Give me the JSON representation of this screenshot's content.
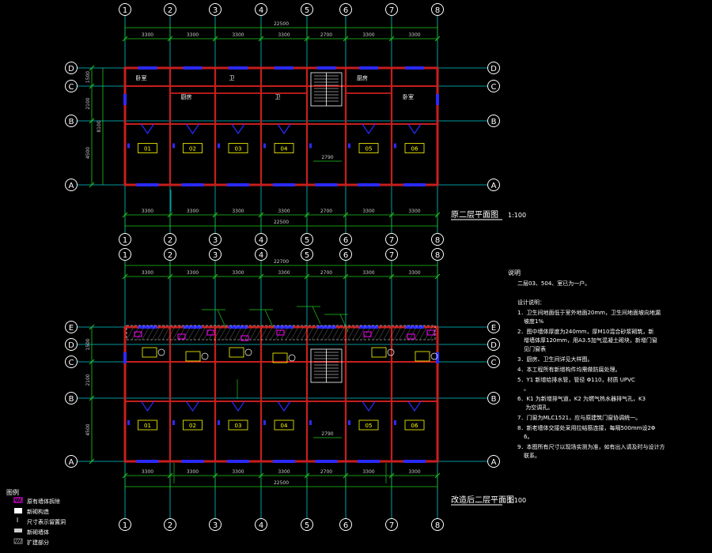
{
  "grid_columns": [
    "1",
    "2",
    "3",
    "4",
    "5",
    "6",
    "7",
    "8"
  ],
  "plan1": {
    "grid_rows": [
      "D",
      "C",
      "B",
      "A"
    ],
    "dims_top": [
      "3300",
      "3300",
      "3300",
      "3300",
      "2700",
      "3300",
      "3300"
    ],
    "total_top": "22500",
    "dims_bottom": [
      "3300",
      "3300",
      "3300",
      "3300",
      "2700",
      "3300",
      "3300"
    ],
    "total_bottom": "22500",
    "dims_left": [
      "1500",
      "2100",
      "4500"
    ],
    "total_left": "8100",
    "rooms": [
      "01",
      "02",
      "03",
      "04",
      "05",
      "06"
    ],
    "small_rooms": [
      "卧室",
      "厨房",
      "卫",
      "卫",
      "厨房",
      "卧室"
    ],
    "title": "原二层平面图",
    "scale": "1:100",
    "stair_dim": "2790"
  },
  "plan2": {
    "grid_rows": [
      "E",
      "D",
      "C",
      "B",
      "A"
    ],
    "dims_top": [
      "3300",
      "3300",
      "3300",
      "3300",
      "2700",
      "3300",
      "3300"
    ],
    "total_top": "22700",
    "dims_bottom": [
      "3300",
      "3300",
      "3300",
      "3300",
      "2700",
      "3300",
      "3300"
    ],
    "total_bottom": "22500",
    "dims_left": [
      "1500",
      "2100",
      "4500"
    ],
    "rooms": [
      "01",
      "02",
      "03",
      "04",
      "05",
      "06"
    ],
    "title": "改造后二层平面图",
    "scale": "1:100",
    "stair_dim": "2790"
  },
  "notes": {
    "head": "说明",
    "line1": "二层03、504、室已为一户。",
    "design_head": "设计说明：",
    "items": [
      "1．卫生间地面低于室外地面20mm，卫生间地面坡向地漏坡度1%",
      "2．图中墙体厚度为240mm，厚M10混合砂浆砌筑，新增墙体厚120mm，用A3.5加气混凝土砌块，新增门窗见门窗表",
      "3．厨房、卫生间详见大样图。",
      "4．本工程所有新增构件均需做防腐处理。",
      "5．Y1 新增给排水管，管径 Φ110，材质 UPVC。",
      "6．K1 为新增排气道，K2 为燃气热水器排气孔，K3 为空调孔。",
      "7．门窗为MLC1521，应与原建筑门窗协调统一。",
      "8．新老墙体交接处采用拉结筋连接，每隔500mm设2Φ6。",
      "9．本图所有尺寸以现场实测为准，如有出入请及时与设计方联系。"
    ]
  },
  "legend": {
    "head": "图例",
    "items": [
      "原有墙体拆除",
      "新砌构造",
      "尺寸表示留置洞",
      "新砌墙体",
      "扩建部分"
    ]
  },
  "colors": {
    "grid": "#00c8d0",
    "wall": "#c81e1e",
    "window": "#2a2aff",
    "dim": "#1ec81e",
    "door": "#c87adc",
    "fixture": "#ffff00",
    "text": "#ffffff",
    "magenta": "#ff00ff"
  }
}
